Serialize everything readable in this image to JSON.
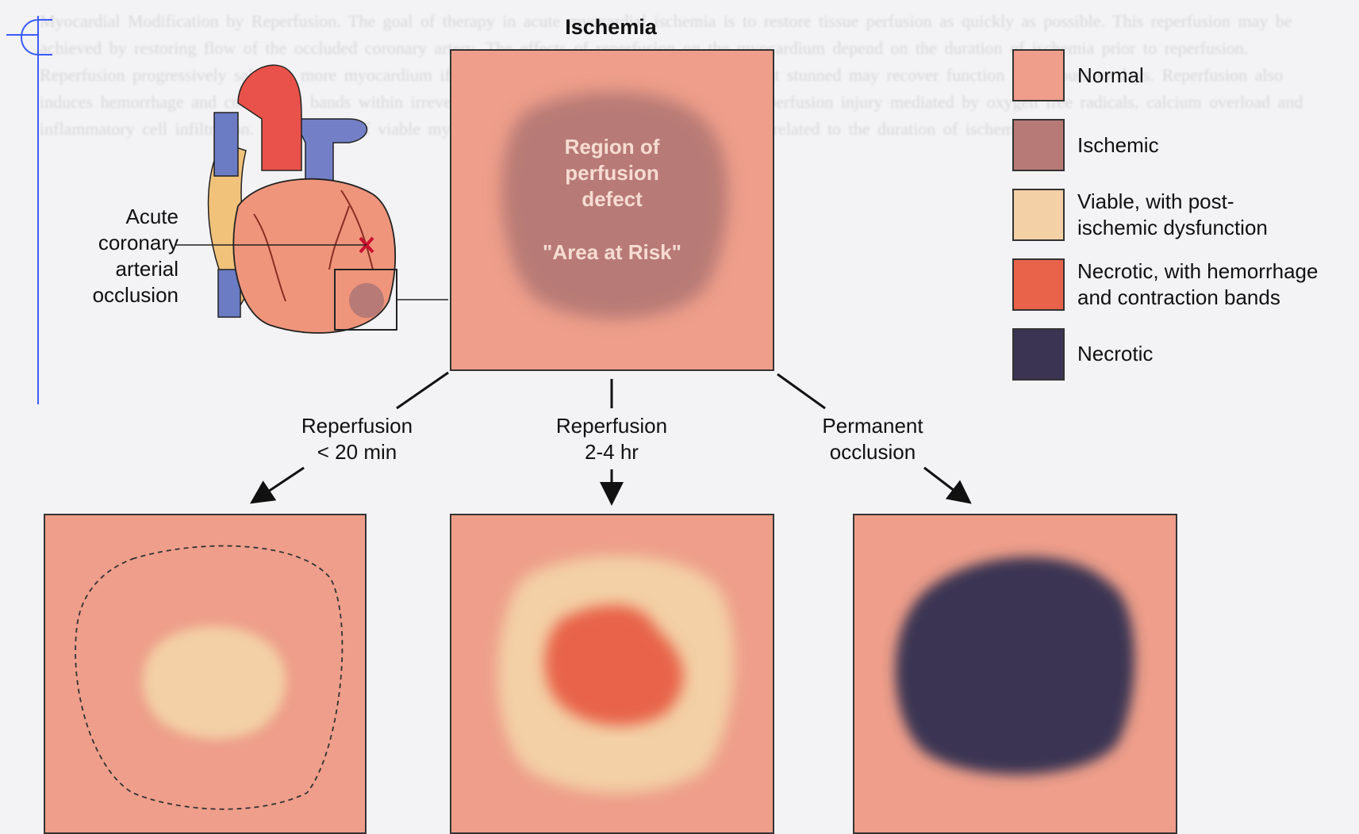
{
  "title": "Ischemia",
  "ischemia_panel": {
    "region_label": "Region of\nperfusion\ndefect",
    "area_label": "\"Area at Risk\""
  },
  "heart": {
    "occlusion_label": "Acute\ncoronary\narterial\nocclusion"
  },
  "legend": [
    {
      "label": "Normal",
      "color": "#ee9e8a"
    },
    {
      "label": "Ischemic",
      "color": "#b87a76"
    },
    {
      "label": "Viable, with post-\nischemic dysfunction",
      "color": "#f3d0a6"
    },
    {
      "label": "Necrotic, with hemorrhage\nand contraction bands",
      "color": "#e8634a"
    },
    {
      "label": "Necrotic",
      "color": "#3b3453"
    }
  ],
  "branches": [
    {
      "label": "Reperfusion\n< 20 min"
    },
    {
      "label": "Reperfusion\n2-4 hr"
    },
    {
      "label": "Permanent\nocclusion"
    }
  ],
  "colors": {
    "normal": "#ee9e8a",
    "ischemic": "#b87a76",
    "viable": "#f3d0a6",
    "hemorrhage": "#e8634a",
    "necrotic": "#3b3453"
  }
}
